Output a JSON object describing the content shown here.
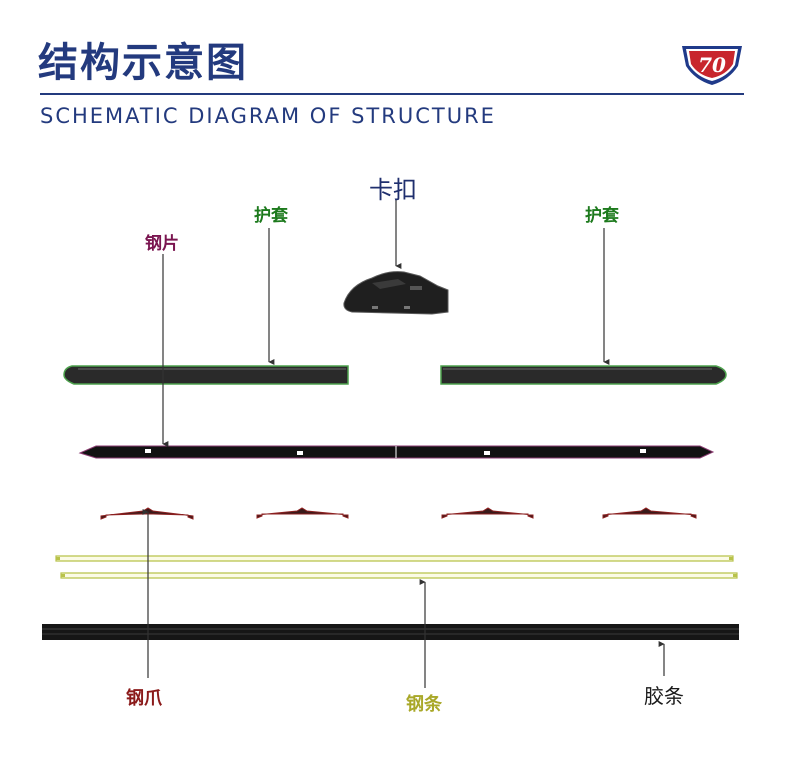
{
  "header": {
    "title_cn": "结构示意图",
    "title_en": "SCHEMATIC DIAGRAM OF STRUCTURE",
    "logo_text": "70"
  },
  "labels": {
    "clip": "卡扣",
    "cover_left": "护套",
    "cover_right": "护套",
    "steel_sheet": "钢片",
    "steel_claw": "钢爪",
    "steel_strip": "钢条",
    "rubber_strip": "胶条"
  },
  "colors": {
    "title": "#233a7e",
    "clip_label": "#1f2f6e",
    "cover_label": "#1d7a1d",
    "steel_sheet_label": "#7a1550",
    "steel_claw_label": "#8b1a1a",
    "steel_strip_label": "#a9a829",
    "rubber_label": "#1a1a1a"
  }
}
